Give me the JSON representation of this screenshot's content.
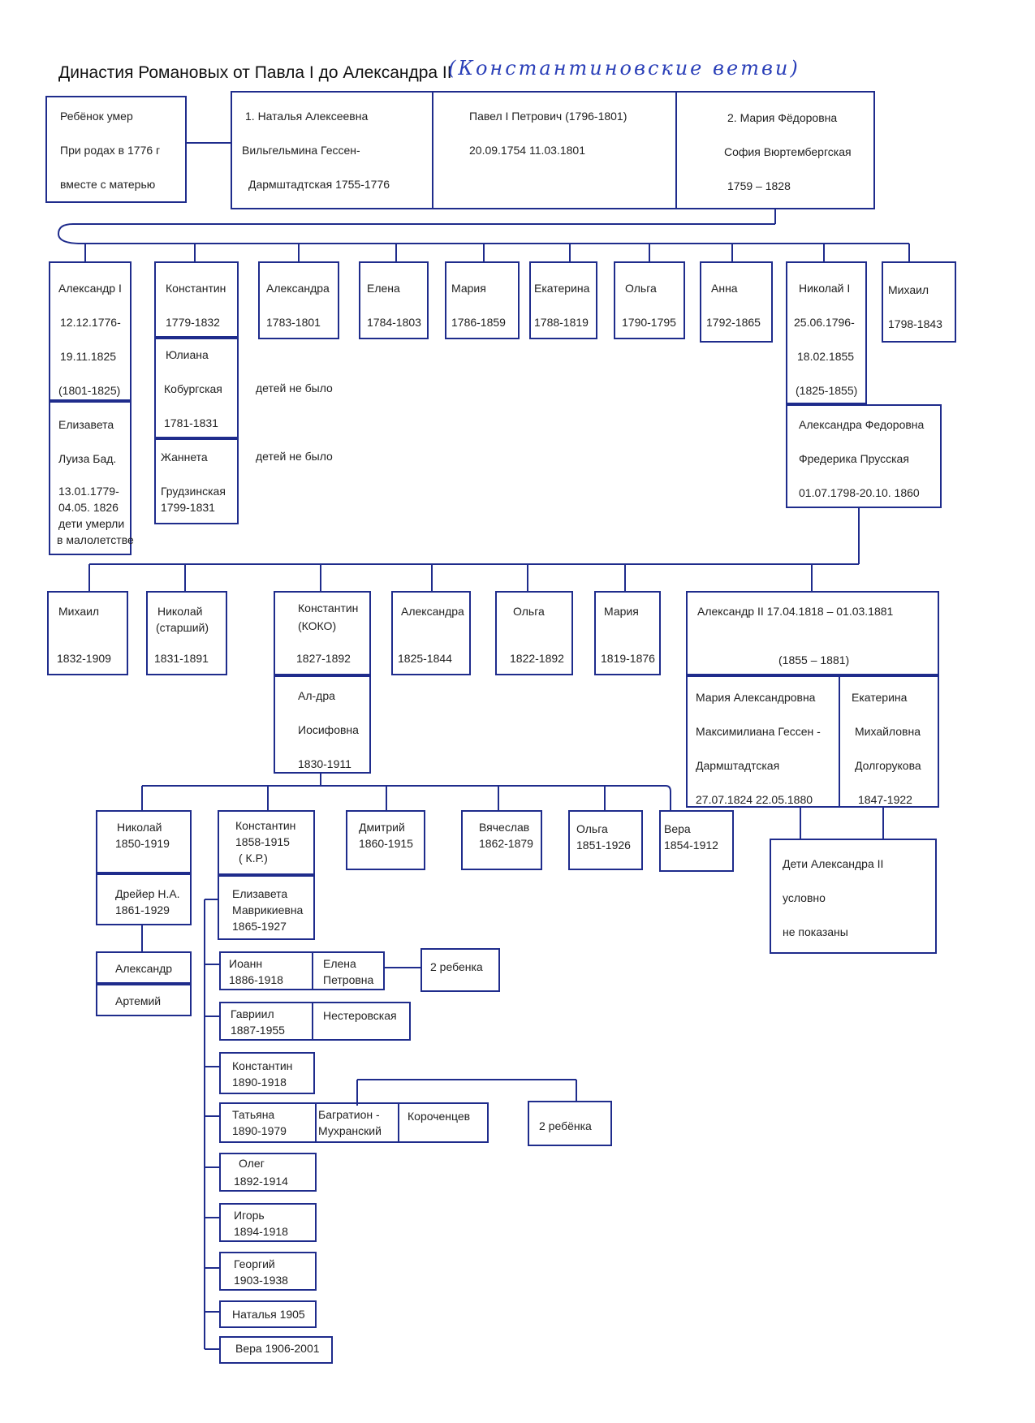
{
  "title": "Династия Романовых от Павла I до Александра II",
  "title_hand": "(Константиновские ветви)",
  "top": {
    "child": [
      "Ребёнок умер",
      "При родах в 1776 г",
      "вместе  с матерью"
    ],
    "natalya": [
      "1. Наталья Алексеевна",
      "Вильгельмина Гессен-",
      "Дармштадтская 1755-1776"
    ],
    "pavel": [
      "Павел I  Петрович (1796-1801)",
      "20.09.1754   11.03.1801"
    ],
    "maria": [
      "2. Мария Фёдоровна",
      "София Вюртембергская",
      "1759 – 1828"
    ]
  },
  "gen2": {
    "alexander1": [
      "Александр I",
      "12.12.1776-",
      "19.11.1825",
      "(1801-1825)"
    ],
    "elizaveta": [
      "Елизавета",
      "Луиза Бад.",
      "13.01.1779-",
      "04.05. 1826",
      "дети умерли",
      "в малолетстве"
    ],
    "konstantin": [
      "Константин",
      "1779-1832"
    ],
    "yuliana": [
      "Юлиана",
      "Кобургская",
      "1781-1831"
    ],
    "zhanneta": [
      "Жаннета",
      "Грудзинская",
      "1799-1831"
    ],
    "no_children_1": "детей не было",
    "no_children_2": "детей не было",
    "alexandra": [
      "Александра",
      "1783-1801"
    ],
    "elena": [
      "Елена",
      "1784-1803"
    ],
    "mariya": [
      "Мария",
      "1786-1859"
    ],
    "ekaterina": [
      "Екатерина",
      "1788-1819"
    ],
    "olga": [
      "Ольга",
      "1790-1795"
    ],
    "anna": [
      "Анна",
      "1792-1865"
    ],
    "nikolai1": [
      "Николай I",
      "25.06.1796-",
      "18.02.1855",
      "(1825-1855)"
    ],
    "alexandra_f": [
      "Александра Федоровна",
      "Фредерика Прусская",
      "01.07.1798-20.10. 1860"
    ],
    "mikhail": [
      "Михаил",
      "1798-1843"
    ]
  },
  "gen3": {
    "mikhail": [
      "Михаил",
      "1832-1909"
    ],
    "nikolai": [
      "Николай",
      "(старший)",
      "1831-1891"
    ],
    "konstantin": [
      "Константин",
      "(КОКО)",
      "1827-1892"
    ],
    "aldra": [
      "Ал-дра",
      "Иосифовна",
      "1830-1911"
    ],
    "alexandra": [
      "Александра",
      "1825-1844"
    ],
    "olga": [
      "Ольга",
      "1822-1892"
    ],
    "maria": [
      "Мария",
      "1819-1876"
    ],
    "alexander2": [
      "Александр II  17.04.1818 – 01.03.1881",
      "(1855 – 1881)"
    ],
    "maria_a": [
      "Мария Александровна",
      "Максимилиана Гессен -",
      "Дармштадтская",
      "27.07.1824 22.05.1880"
    ],
    "ekaterina_m": [
      "Екатерина",
      "Михайловна",
      "Долгорукова",
      "1847-1922"
    ],
    "children_a2": [
      "Дети Александра II",
      "условно",
      "не показаны"
    ]
  },
  "gen4": {
    "nikolai": [
      "Николай",
      "1850-1919"
    ],
    "dreier": [
      "Дрейер Н.А.",
      "1861-1929"
    ],
    "alexander": "Александр",
    "artemiy": "Артемий",
    "konstantin": [
      "Константин",
      "1858-1915",
      "( К.Р.)"
    ],
    "elizaveta": [
      "Елизавета",
      "Маврикиевна",
      "1865-1927"
    ],
    "dmitriy": [
      "Дмитрий",
      "1860-1915"
    ],
    "vyacheslav": [
      "Вячеслав",
      "1862-1879"
    ],
    "olga": [
      "Ольга",
      "1851-1926"
    ],
    "vera": [
      "Вера",
      "1854-1912"
    ]
  },
  "gen5": {
    "ioann": [
      "Иоанн",
      "1886-1918"
    ],
    "elena": [
      "Елена",
      "Петровна"
    ],
    "two_children_1": "2 ребенка",
    "gavriil": [
      "Гавриил",
      "1887-1955"
    ],
    "nesterovskaya": "Нестеровская",
    "konstantin": [
      "Константин",
      "1890-1918"
    ],
    "tatyana": [
      "Татьяна",
      "1890-1979"
    ],
    "bagration": [
      "Багратион -",
      "Мухранский"
    ],
    "korochentsev": "Короченцев",
    "two_children_2": "2 ребёнка",
    "oleg": [
      "Олег",
      "1892-1914"
    ],
    "igor": [
      "Игорь",
      "1894-1918"
    ],
    "georgiy": [
      "Георгий",
      "1903-1938"
    ],
    "natalya": "Наталья 1905",
    "vera": "Вера   1906-2001"
  },
  "colors": {
    "line": "#1f2c8c",
    "hand": "#2a3fb8"
  }
}
